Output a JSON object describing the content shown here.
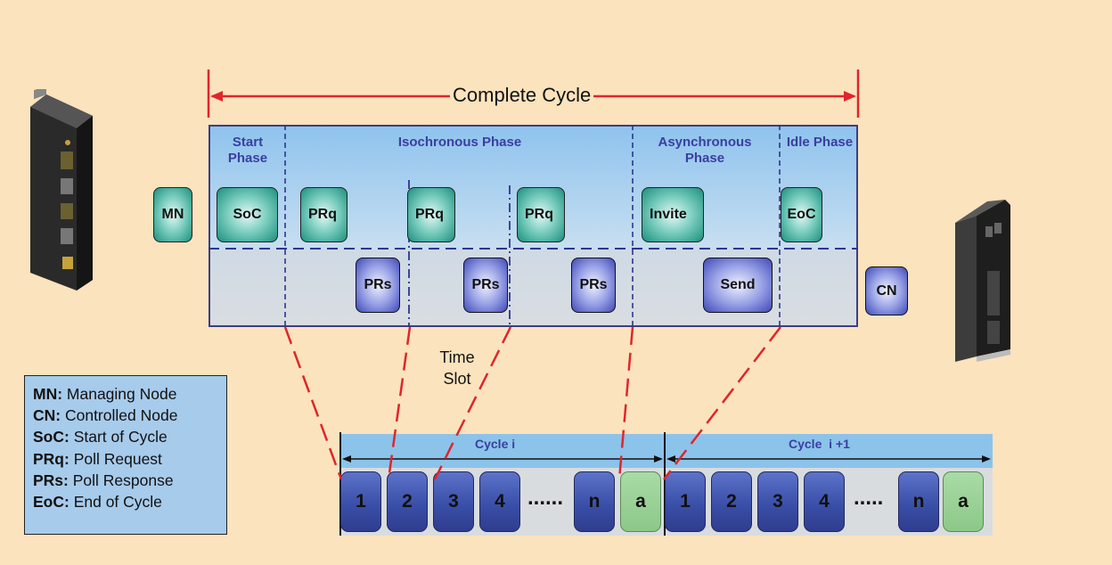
{
  "diagram": {
    "complete_cycle": "Complete Cycle",
    "phases": {
      "start": "Start Phase",
      "isochronous": "Isochronous Phase",
      "asynchronous": "Asynchronous Phase",
      "idle": "Idle Phase"
    },
    "nodes": {
      "mn": "MN",
      "cn": "CN"
    },
    "mn_frames": {
      "soc": "SoC",
      "prq1": "PRq",
      "prq2": "PRq",
      "prq3": "PRq",
      "invite": "Invite",
      "eoc": "EoC"
    },
    "cn_frames": {
      "prs1": "PRs",
      "prs2": "PRs",
      "prs3": "PRs",
      "send": "Send"
    },
    "time_slot": [
      "Time",
      "Slot"
    ],
    "cycles": [
      {
        "label": "Cycle i",
        "slots": [
          "1",
          "2",
          "3",
          "4",
          "n"
        ],
        "dots": "......",
        "async": "a"
      },
      {
        "label": "Cycle  i +1",
        "slots": [
          "1",
          "2",
          "3",
          "4",
          "n"
        ],
        "dots": ".....",
        "async": "a"
      }
    ],
    "legend": [
      {
        "abbr": "MN:",
        "text": " Managing Node"
      },
      {
        "abbr": "CN:",
        "text": " Controlled Node"
      },
      {
        "abbr": "SoC:",
        "text": " Start of Cycle"
      },
      {
        "abbr": "PRq:",
        "text": " Poll Request"
      },
      {
        "abbr": "PRs:",
        "text": " Poll Response"
      },
      {
        "abbr": "EoC:",
        "text": " End of Cycle"
      }
    ],
    "colors": {
      "background": "#fbe3bd",
      "dimension_line": "#e0252b",
      "phase_title": "#3a3fa0",
      "mn_frame": "#1b8f7d",
      "cn_frame": "#3f49b8",
      "async_slot": "#8cc888"
    }
  }
}
